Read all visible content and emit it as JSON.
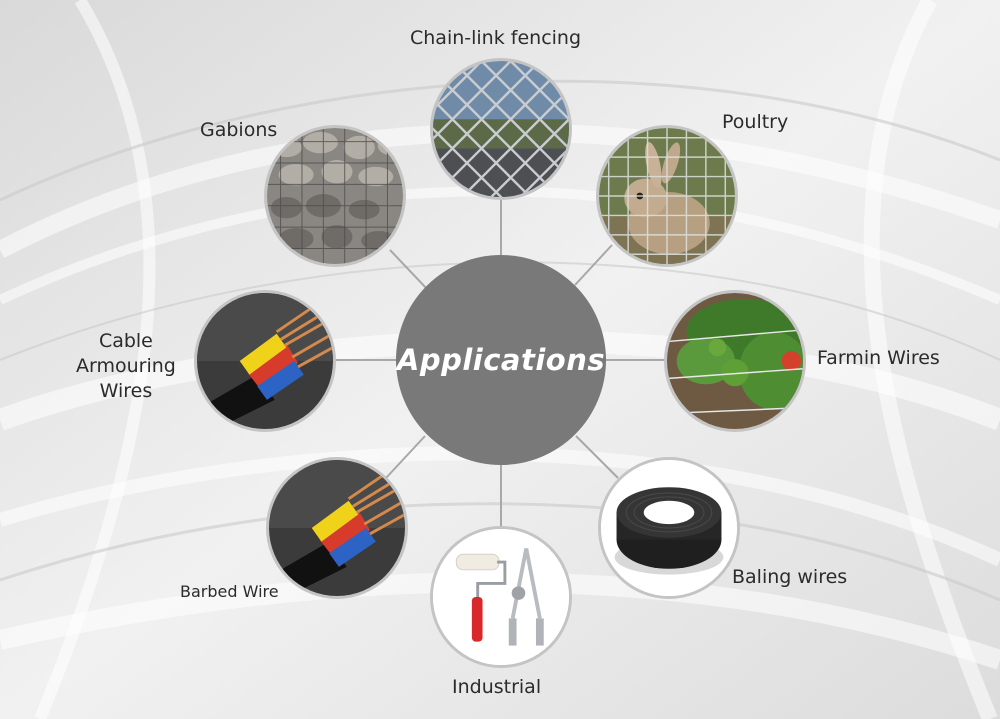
{
  "center": {
    "label": "Applications"
  },
  "applications": [
    {
      "label": "Chain-link fencing",
      "icon": "chain-link-fence-photo"
    },
    {
      "label": "Poultry",
      "icon": "rabbit-behind-mesh-photo"
    },
    {
      "label": "Farmin Wires",
      "icon": "tomato-plant-wire-photo"
    },
    {
      "label": "Baling wires",
      "icon": "wire-coil-photo"
    },
    {
      "label": "Industrial",
      "icon": "paint-roller-photo"
    },
    {
      "label": "Barbed Wire",
      "icon": "cable-cross-section-photo"
    },
    {
      "label": "Cable\nArmouring\nWires",
      "icon": "cable-cross-section-photo"
    },
    {
      "label": "Gabions",
      "icon": "stone-gabion-photo"
    }
  ],
  "colors": {
    "hub": "#7a797a",
    "node_border": "#c4c4c4",
    "spoke": "#a8a8a8",
    "label_text": "#2b2b2b"
  }
}
